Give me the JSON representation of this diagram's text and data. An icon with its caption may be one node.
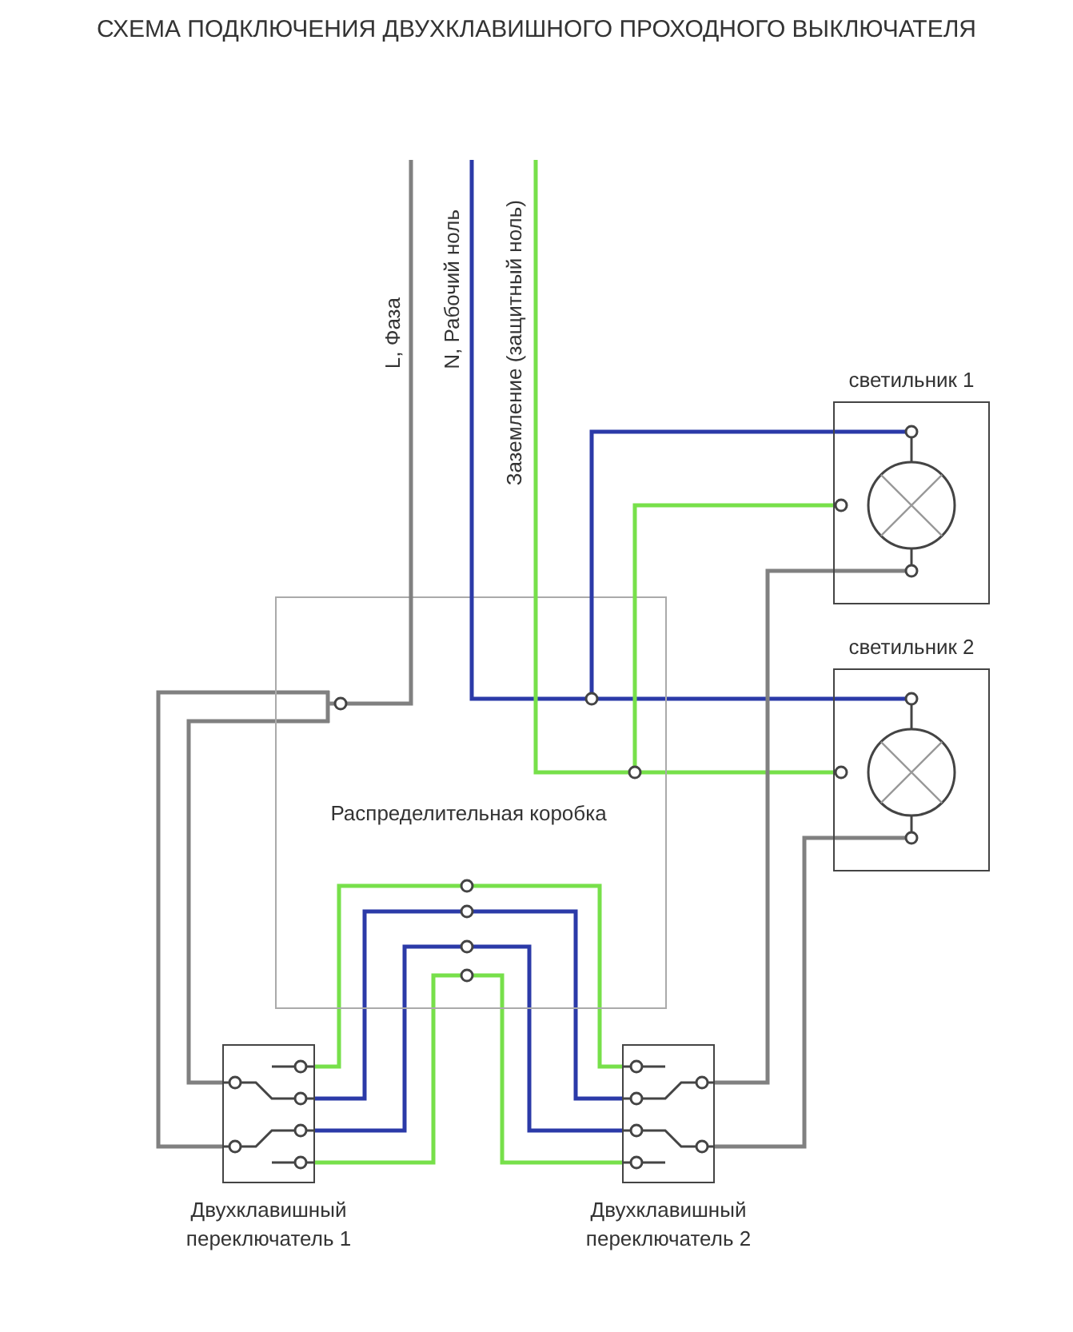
{
  "diagram": {
    "title": "СХЕМА ПОДКЛЮЧЕНИЯ ДВУХКЛАВИШНОГО ПРОХОДНОГО ВЫКЛЮЧАТЕЛЯ",
    "nodes": [
      {
        "text": [
          "Распределительная коробка"
        ]
      },
      {
        "text": [
          "светильник 1"
        ]
      },
      {
        "text": [
          "светильник 2"
        ]
      },
      {
        "text": [
          "Двухклавишный переключатель 1"
        ]
      },
      {
        "text": [
          "Двухклавишный переключатель 2"
        ]
      }
    ],
    "edges": [
      {
        "from": null,
        "to": 0,
        "arrow": "none",
        "label": "L, Фаза",
        "color": "#808080"
      },
      {
        "from": null,
        "to": 0,
        "arrow": "none",
        "label": "N, Рабочий ноль",
        "color": "#2b3aa8"
      },
      {
        "from": null,
        "to": 0,
        "arrow": "none",
        "label": "Заземление (защитный ноль)",
        "color": "#77e04a"
      },
      {
        "from": 0,
        "to": 3,
        "arrow": "none",
        "color": "#808080"
      },
      {
        "from": 0,
        "to": 3,
        "arrow": "none",
        "color": "#808080"
      },
      {
        "from": 0,
        "to": 1,
        "arrow": "none",
        "color": "#2b3aa8"
      },
      {
        "from": 0,
        "to": 2,
        "arrow": "none",
        "color": "#2b3aa8"
      },
      {
        "from": 0,
        "to": 1,
        "arrow": "none",
        "color": "#77e04a"
      },
      {
        "from": 0,
        "to": 2,
        "arrow": "none",
        "color": "#77e04a"
      },
      {
        "from": 3,
        "to": 0,
        "arrow": "none",
        "color": "#77e04a"
      },
      {
        "from": 0,
        "to": 4,
        "arrow": "none",
        "color": "#77e04a"
      },
      {
        "from": 3,
        "to": 0,
        "arrow": "none",
        "color": "#2b3aa8"
      },
      {
        "from": 0,
        "to": 4,
        "arrow": "none",
        "color": "#2b3aa8"
      },
      {
        "from": 3,
        "to": 0,
        "arrow": "none",
        "color": "#2b3aa8"
      },
      {
        "from": 0,
        "to": 4,
        "arrow": "none",
        "color": "#2b3aa8"
      },
      {
        "from": 3,
        "to": 0,
        "arrow": "none",
        "color": "#77e04a"
      },
      {
        "from": 0,
        "to": 4,
        "arrow": "none",
        "color": "#77e04a"
      },
      {
        "from": 4,
        "to": 1,
        "arrow": "none",
        "color": "#808080"
      },
      {
        "from": 4,
        "to": 2,
        "arrow": "none",
        "color": "#808080"
      }
    ]
  }
}
